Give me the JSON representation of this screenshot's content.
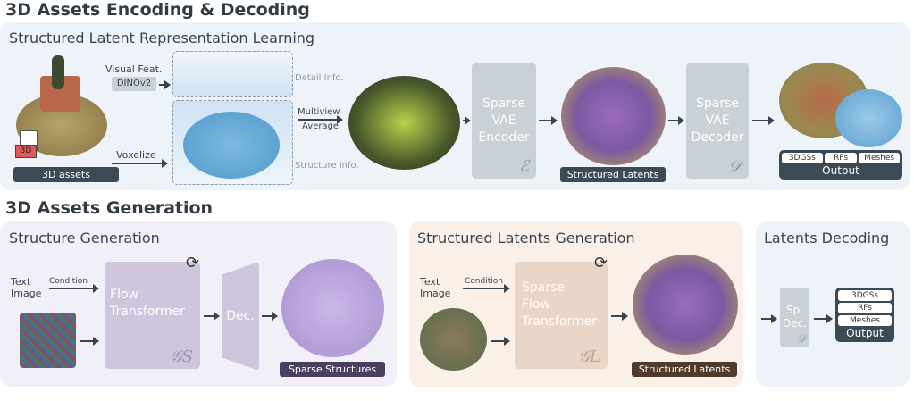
{
  "encoding": {
    "title": "3D Assets Encoding & Decoding",
    "panel_title": "Structured Latent Representation Learning",
    "assets_label": "3D assets",
    "file_badge": "3D",
    "visual_feat": "Visual Feat.",
    "dinov2": "DINOv2",
    "voxelize": "Voxelize",
    "detail_info": "Detail Info.",
    "structure_info": "Structure Info.",
    "multiview": "Multiview",
    "average": "Average",
    "encoder": {
      "line1": "Sparse",
      "line2": "VAE",
      "line3": "Encoder",
      "symbol": "ℰ"
    },
    "structured_latents": "Structured Latents",
    "decoder": {
      "line1": "Sparse",
      "line2": "VAE",
      "line3": "Decoder",
      "symbol": "𝒟"
    },
    "output": {
      "tabs": [
        "3DGSs",
        "RFs",
        "Meshes"
      ],
      "label": "Output"
    }
  },
  "generation": {
    "title": "3D Assets Generation",
    "structure": {
      "title": "Structure Generation",
      "text": "Text",
      "image": "Image",
      "condition": "Condition",
      "box_line1": "Flow",
      "box_line2": "Transformer",
      "symbol": "𝒢S",
      "dec": "Dec.",
      "result_label": "Sparse Structures"
    },
    "latents": {
      "title": "Structured Latents Generation",
      "text": "Text",
      "image": "Image",
      "condition": "Condition",
      "box_line1": "Sparse",
      "box_line2": "Flow",
      "box_line3": "Transformer",
      "symbol": "𝒢L",
      "result_label": "Structured Latents"
    },
    "decoding": {
      "title": "Latents Decoding",
      "box_line1": "Sp.",
      "box_line2": "Dec.",
      "symbol": "𝒟",
      "output": {
        "tabs": [
          "3DGSs",
          "RFs",
          "Meshes"
        ],
        "label": "Output"
      }
    }
  }
}
